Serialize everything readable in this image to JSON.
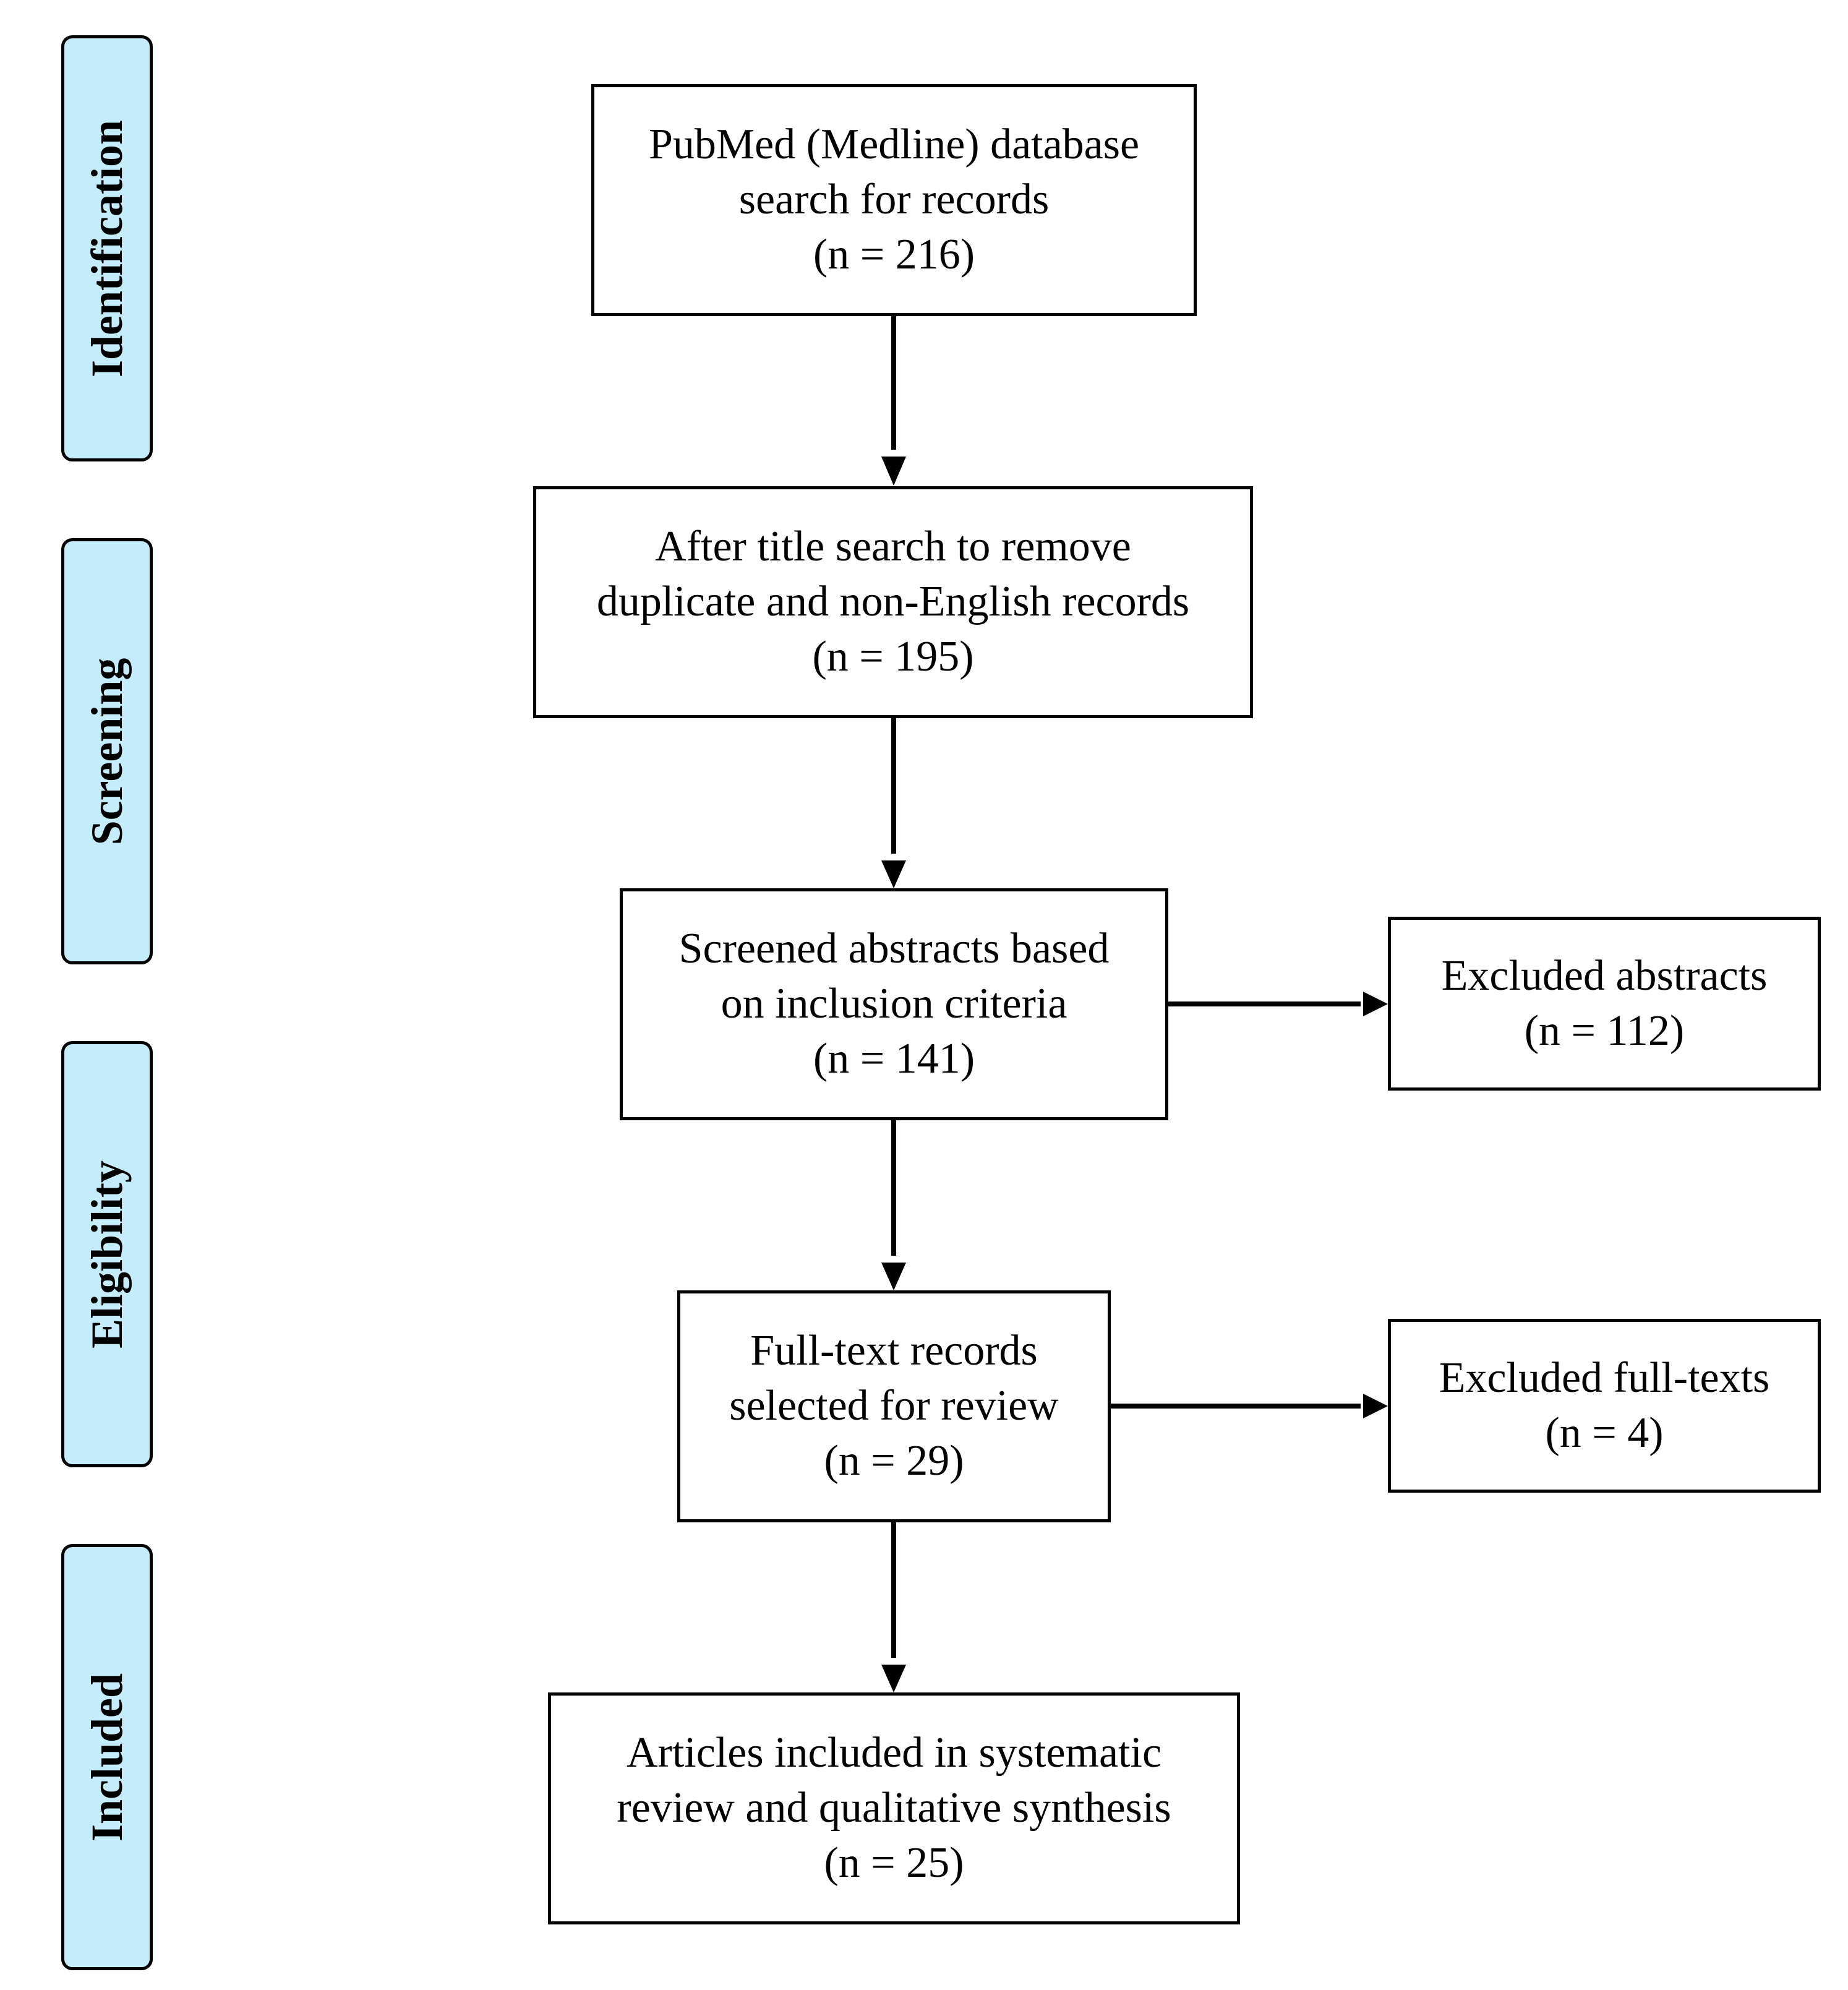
{
  "stages": [
    {
      "id": "identification",
      "label": "Identification"
    },
    {
      "id": "screening",
      "label": "Screening"
    },
    {
      "id": "eligibility",
      "label": "Eligibility"
    },
    {
      "id": "included",
      "label": "Included"
    }
  ],
  "boxes": {
    "pubmed": {
      "lines": [
        "PubMed (Medline) database",
        "search for records",
        "(n = 216)"
      ]
    },
    "after_title": {
      "lines": [
        "After title search to remove",
        "duplicate and non-English records",
        "(n = 195)"
      ]
    },
    "screened": {
      "lines": [
        "Screened abstracts based",
        "on inclusion criteria",
        "(n = 141)"
      ]
    },
    "excluded_abstracts": {
      "lines": [
        "Excluded abstracts",
        "(n = 112)"
      ]
    },
    "fulltext": {
      "lines": [
        "Full-text records",
        "selected for review",
        "(n = 29)"
      ]
    },
    "excluded_fulltexts": {
      "lines": [
        "Excluded full-texts",
        "(n = 4)"
      ]
    },
    "included": {
      "lines": [
        "Articles included in systematic",
        "review and qualitative synthesis",
        "(n = 25)"
      ]
    }
  }
}
